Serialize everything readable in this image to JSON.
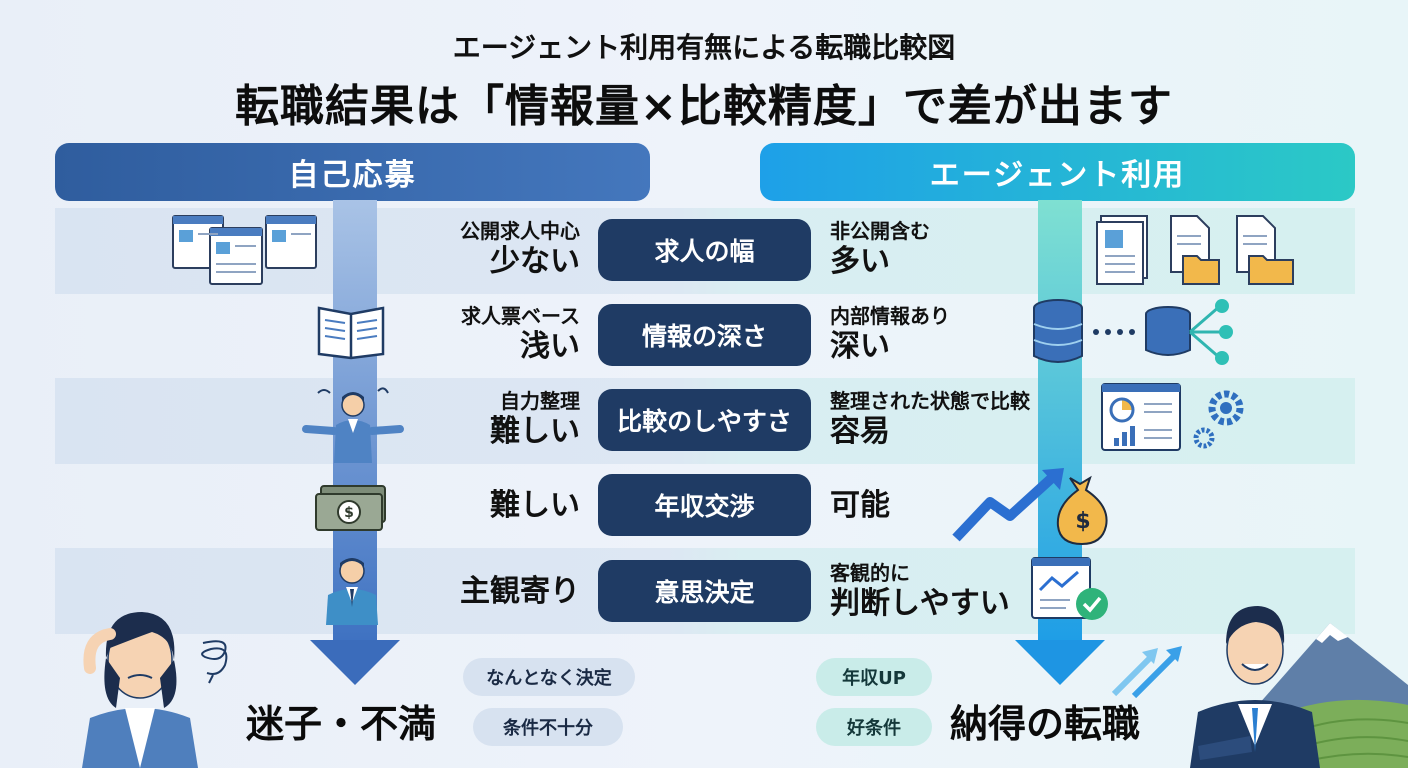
{
  "header": {
    "subtitle": "エージェント利用有無による転職比較図",
    "headline": "転職結果は「情報量×比較精度」で差が出ます"
  },
  "columns": {
    "left": "自己応募",
    "right": "エージェント利用"
  },
  "rows": [
    {
      "label": "求人の幅",
      "left_small": "公開求人中心",
      "left_big": "少ない",
      "right_small": "非公開含む",
      "right_big": "多い"
    },
    {
      "label": "情報の深さ",
      "left_small": "求人票ベース",
      "left_big": "浅い",
      "right_small": "内部情報あり",
      "right_big": "深い"
    },
    {
      "label": "比較のしやすさ",
      "left_small": "自力整理",
      "left_big": "難しい",
      "right_small": "整理された状態で比較",
      "right_big": "容易"
    },
    {
      "label": "年収交渉",
      "left_big": "難しい",
      "right_big": "可能"
    },
    {
      "label": "意思決定",
      "left_big": "主観寄り",
      "right_small": "客観的に",
      "right_big": "判断しやすい"
    }
  ],
  "outcomes": {
    "left": {
      "result": "迷子・不満",
      "tags": [
        "なんとなく決定",
        "条件不十分"
      ]
    },
    "right": {
      "result": "納得の転職",
      "tags": [
        "年収UP",
        "好条件"
      ]
    }
  },
  "colors": {
    "left_header": "#2f5d9e",
    "right_header_start": "#1ea0e8",
    "right_header_end": "#2bc9c6",
    "pill": "#1f3b64"
  }
}
